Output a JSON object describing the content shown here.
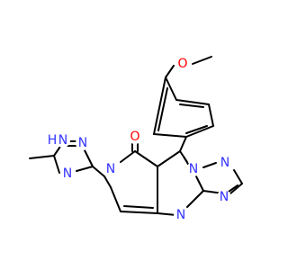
{
  "colors": {
    "carbon_bond": "#000000",
    "nitrogen": "#3333ff",
    "oxygen": "#ff0000",
    "background": "#ffffff"
  },
  "atoms": [
    {
      "id": "ome_o",
      "label": "O",
      "element": "oxygen"
    },
    {
      "id": "carbonyl_o",
      "label": "O",
      "element": "oxygen"
    },
    {
      "id": "tz_n1h",
      "label": "N",
      "element": "nitrogen"
    },
    {
      "id": "tz_h",
      "label": "H",
      "element": "nitrogen"
    },
    {
      "id": "tz_n2",
      "label": "N",
      "element": "nitrogen"
    },
    {
      "id": "tz_n4",
      "label": "N",
      "element": "nitrogen"
    },
    {
      "id": "pyridone_n",
      "label": "N",
      "element": "nitrogen"
    },
    {
      "id": "bridge_n",
      "label": "N",
      "element": "nitrogen"
    },
    {
      "id": "tr_n2",
      "label": "N",
      "element": "nitrogen"
    },
    {
      "id": "tr_n4",
      "label": "N",
      "element": "nitrogen"
    },
    {
      "id": "pyrim_n",
      "label": "N",
      "element": "nitrogen"
    }
  ]
}
